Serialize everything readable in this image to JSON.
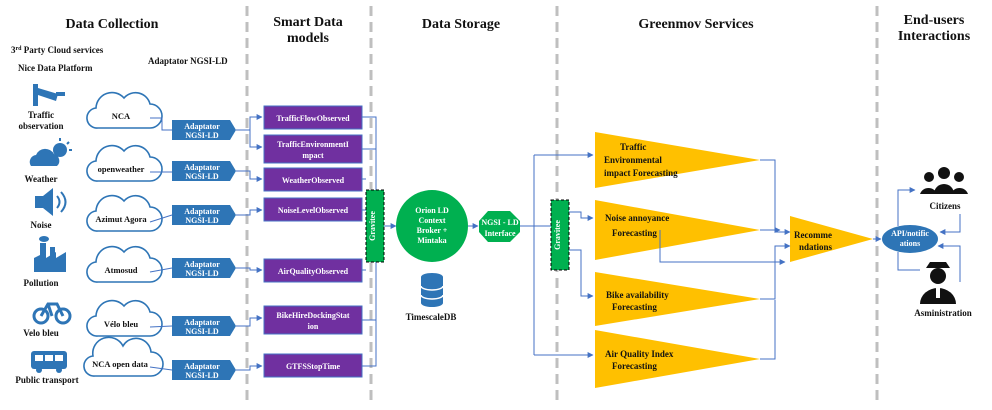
{
  "sections": {
    "data_collection": "Data Collection",
    "smart_models_l1": "Smart Data",
    "smart_models_l2": "models",
    "data_storage": "Data Storage",
    "services": "Greenmov Services",
    "end_users_l1": "End-users",
    "end_users_l2": "Interactions"
  },
  "subheaders": {
    "third_party_sup": "rd",
    "third_party_pre": "3",
    "third_party_post": " Party Cloud services",
    "platform": "Nice Data Platform",
    "adaptor": "Adaptator NGSI-LD"
  },
  "sources": [
    {
      "label_l1": "Traffic",
      "label_l2": "observation",
      "icon": "traffic-camera-icon",
      "cloud": "NCA"
    },
    {
      "label_l1": "Weather",
      "label_l2": "",
      "icon": "weather-icon",
      "cloud": "openweather"
    },
    {
      "label_l1": "Noise",
      "label_l2": "",
      "icon": "speaker-icon",
      "cloud": "Azimut Agora"
    },
    {
      "label_l1": "Pollution",
      "label_l2": "",
      "icon": "factory-icon",
      "cloud": "Atmosud"
    },
    {
      "label_l1": "Velo bleu",
      "label_l2": "",
      "icon": "bicycle-icon",
      "cloud": "Vélo bleu"
    },
    {
      "label_l1": "Public transport",
      "label_l2": "",
      "icon": "bus-icon",
      "cloud": "NCA open data"
    }
  ],
  "adaptor_label_l1": "Adaptator",
  "adaptor_label_l2": "NGSI-LD",
  "models": [
    {
      "l1": "TrafficFlowObserved",
      "l2": ""
    },
    {
      "l1": "TrafficEnvironmentI",
      "l2": "mpact"
    },
    {
      "l1": "WeatherObserved",
      "l2": ""
    },
    {
      "l1": "NoiseLevelObserved",
      "l2": ""
    },
    {
      "l1": "AirQualityObserved",
      "l2": ""
    },
    {
      "l1": "BikeHireDockingStat",
      "l2": "ion"
    },
    {
      "l1": "GTFSStopTime",
      "l2": ""
    }
  ],
  "gravitee": "Gravitee",
  "orion": {
    "l1": "Orion LD",
    "l2": "Context",
    "l3": "Broker +",
    "l4": "Mintaka"
  },
  "ngsi": {
    "l1": "NGSI - LD",
    "l2": "Interface"
  },
  "timescale": "TimescaleDB",
  "services": [
    {
      "l1": "Traffic",
      "l2": "Environmental",
      "l3": "impact Forecasting"
    },
    {
      "l1": "Noise annoyance",
      "l2": "Forecasting",
      "l3": ""
    },
    {
      "l1": "Bike availability",
      "l2": "Forecasting",
      "l3": ""
    },
    {
      "l1": "Air Quality Index",
      "l2": "Forecasting",
      "l3": ""
    }
  ],
  "recommendations": {
    "l1": "Recomme",
    "l2": "ndations"
  },
  "api": {
    "l1": "API/notific",
    "l2": "ations"
  },
  "citizens": "Citizens",
  "administration": "Asministration",
  "colors": {
    "blue": "#4472c4",
    "purple": "#7030a0",
    "green": "#00b050",
    "orange": "#ffc000",
    "cloud": "#2e75b6"
  }
}
